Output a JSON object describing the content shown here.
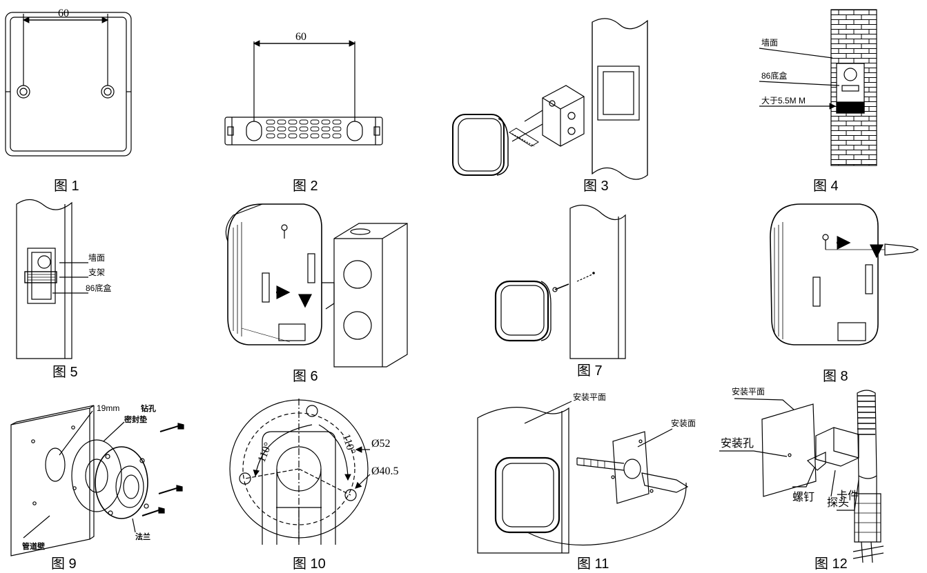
{
  "captions": {
    "fig1": "图 1",
    "fig2": "图 2",
    "fig3": "图 3",
    "fig4": "图 4",
    "fig5": "图 5",
    "fig6": "图 6",
    "fig7": "图 7",
    "fig8": "图 8",
    "fig9": "图 9",
    "fig10": "图 10",
    "fig11": "图 11",
    "fig12": "图 12"
  },
  "fig1": {
    "dimension": "60"
  },
  "fig2": {
    "dimension": "60"
  },
  "fig4": {
    "labels": [
      "墙面",
      "86底盒",
      "大于5.5M M"
    ]
  },
  "fig5": {
    "labels": [
      "墙面",
      "支架",
      "86底盒"
    ]
  },
  "fig9": {
    "labels": [
      "19mm",
      "钻孔",
      "密封垫",
      "管道壁",
      "法兰"
    ]
  },
  "fig10": {
    "labels": [
      "110°",
      "110°",
      "Ø52",
      "Ø40.5"
    ]
  },
  "fig11": {
    "labels": [
      "安装平面",
      "安装面"
    ]
  },
  "fig12": {
    "labels": [
      "安装平面",
      "安装孔",
      "螺钉",
      "卡件",
      "探头"
    ]
  }
}
